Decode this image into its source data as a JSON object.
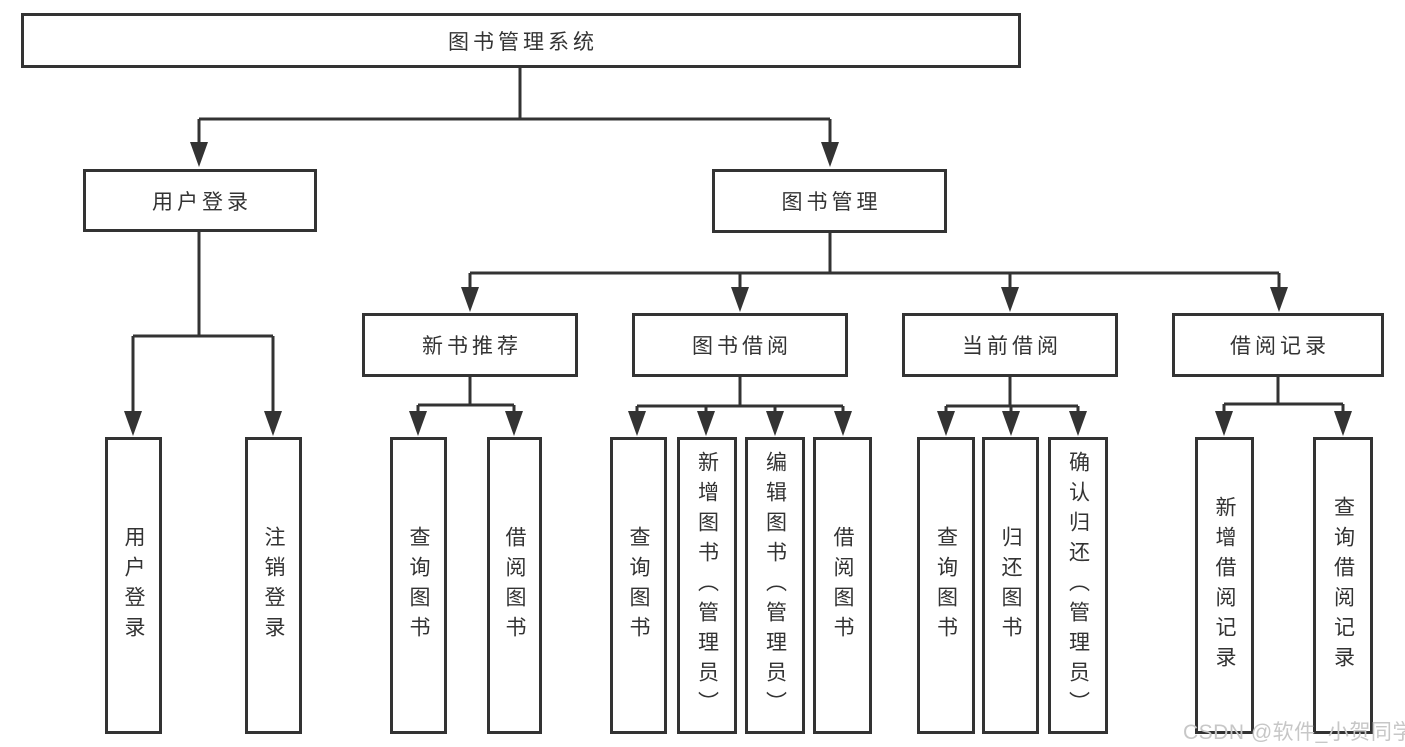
{
  "diagram": {
    "tree": {
      "label": "图书管理系统",
      "children": [
        {
          "label": "用户登录",
          "children": [
            {
              "label": "用户登录"
            },
            {
              "label": "注销登录"
            }
          ]
        },
        {
          "label": "图书管理",
          "children": [
            {
              "label": "新书推荐",
              "children": [
                {
                  "label": "查询图书"
                },
                {
                  "label": "借阅图书"
                }
              ]
            },
            {
              "label": "图书借阅",
              "children": [
                {
                  "label": "查询图书"
                },
                {
                  "label": "新增图书（管理员）"
                },
                {
                  "label": "编辑图书（管理员）"
                },
                {
                  "label": "借阅图书"
                }
              ]
            },
            {
              "label": "当前借阅",
              "children": [
                {
                  "label": "查询图书"
                },
                {
                  "label": "归还图书"
                },
                {
                  "label": "确认归还（管理员）"
                }
              ]
            },
            {
              "label": "借阅记录",
              "children": [
                {
                  "label": "新增借阅记录"
                },
                {
                  "label": "查询借阅记录"
                }
              ]
            }
          ]
        }
      ]
    },
    "watermark": {
      "text": "CSDN @软件_小贺同学"
    },
    "colors": {
      "line": "#333333",
      "box_border": "#333333",
      "text": "#333333",
      "watermark": "#c7c7c7",
      "background": "#ffffff"
    }
  }
}
